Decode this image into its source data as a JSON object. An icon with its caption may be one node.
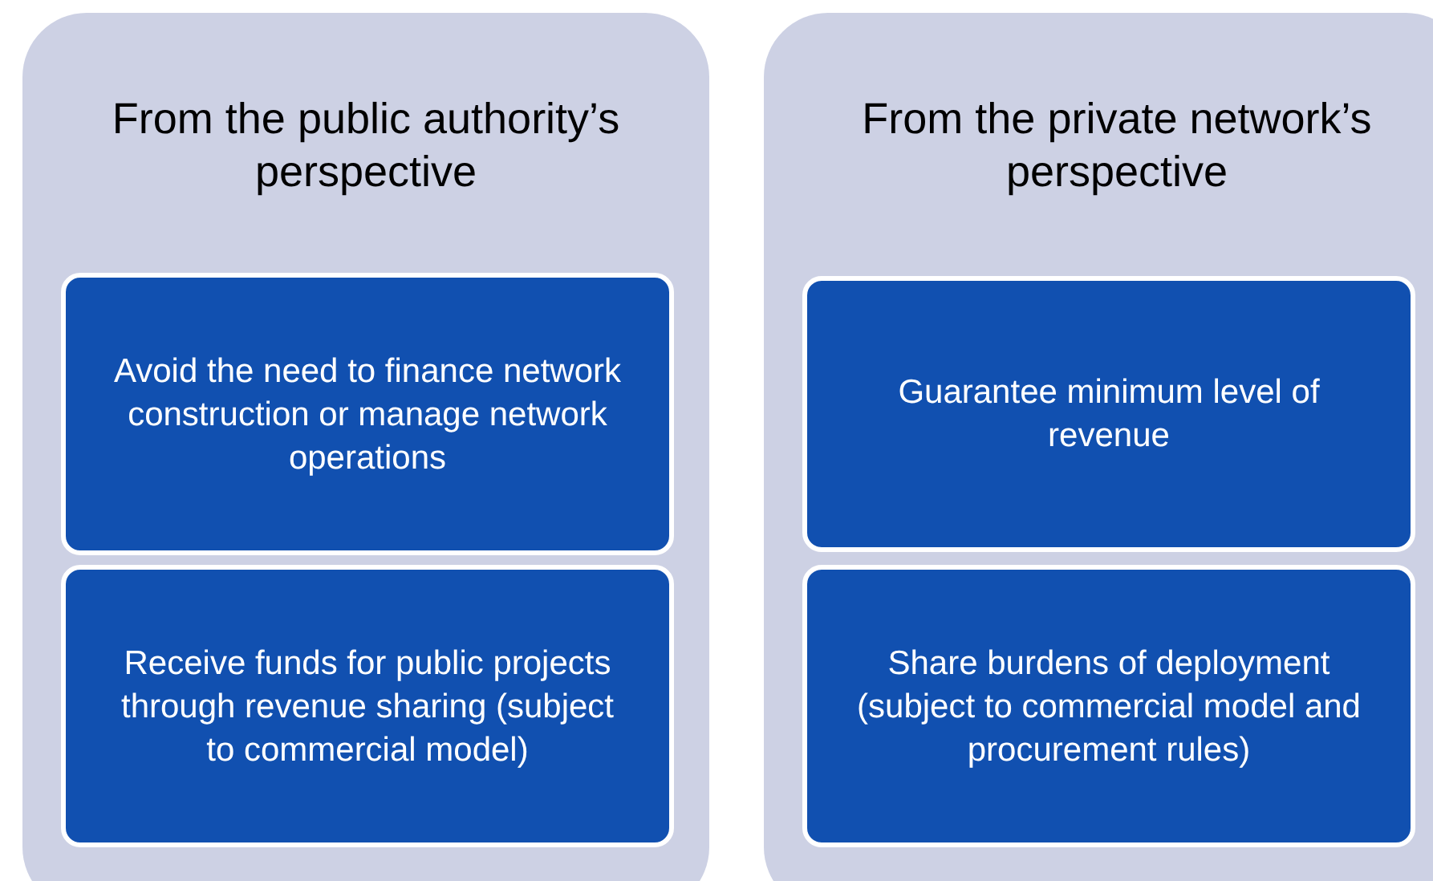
{
  "diagram": {
    "nodes": [
      {
        "text": [
          "From the public authority’s perspective"
        ]
      },
      {
        "text": [
          "Avoid the need to finance network construction or manage network operations"
        ],
        "in": 0
      },
      {
        "text": [
          "Receive funds for public projects through revenue sharing (subject to commercial model)"
        ],
        "in": 0
      },
      {
        "text": [
          "From the private network’s perspective"
        ]
      },
      {
        "text": [
          "Guarantee minimum level of revenue"
        ],
        "in": 3
      },
      {
        "text": [
          "Share burdens of deployment (subject to commercial model and procurement rules)"
        ],
        "in": 3
      }
    ]
  }
}
